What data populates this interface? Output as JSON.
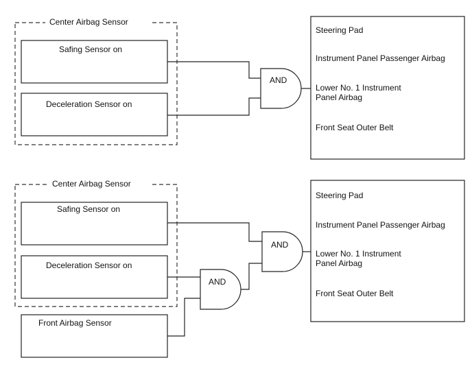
{
  "diagram_top": {
    "group_label": "Center Airbag Sensor",
    "sensor_1": "Safing Sensor on",
    "sensor_2": "Deceleration Sensor on",
    "gate_label": "AND",
    "outputs": {
      "item_1": "Steering Pad",
      "item_2": "Instrument Panel Passenger Airbag",
      "item_3_line1": "Lower No. 1 Instrument",
      "item_3_line2": "Panel Airbag",
      "item_4": "Front Seat Outer Belt"
    }
  },
  "diagram_bottom": {
    "group_label": "Center Airbag Sensor",
    "sensor_1": "Safing Sensor on",
    "sensor_2": "Deceleration Sensor on",
    "sensor_3": "Front Airbag Sensor",
    "gate_inner_label": "AND",
    "gate_outer_label": "AND",
    "outputs": {
      "item_1": "Steering Pad",
      "item_2": "Instrument Panel Passenger Airbag",
      "item_3_line1": "Lower No. 1 Instrument",
      "item_3_line2": "Panel Airbag",
      "item_4": "Front Seat Outer Belt"
    }
  }
}
